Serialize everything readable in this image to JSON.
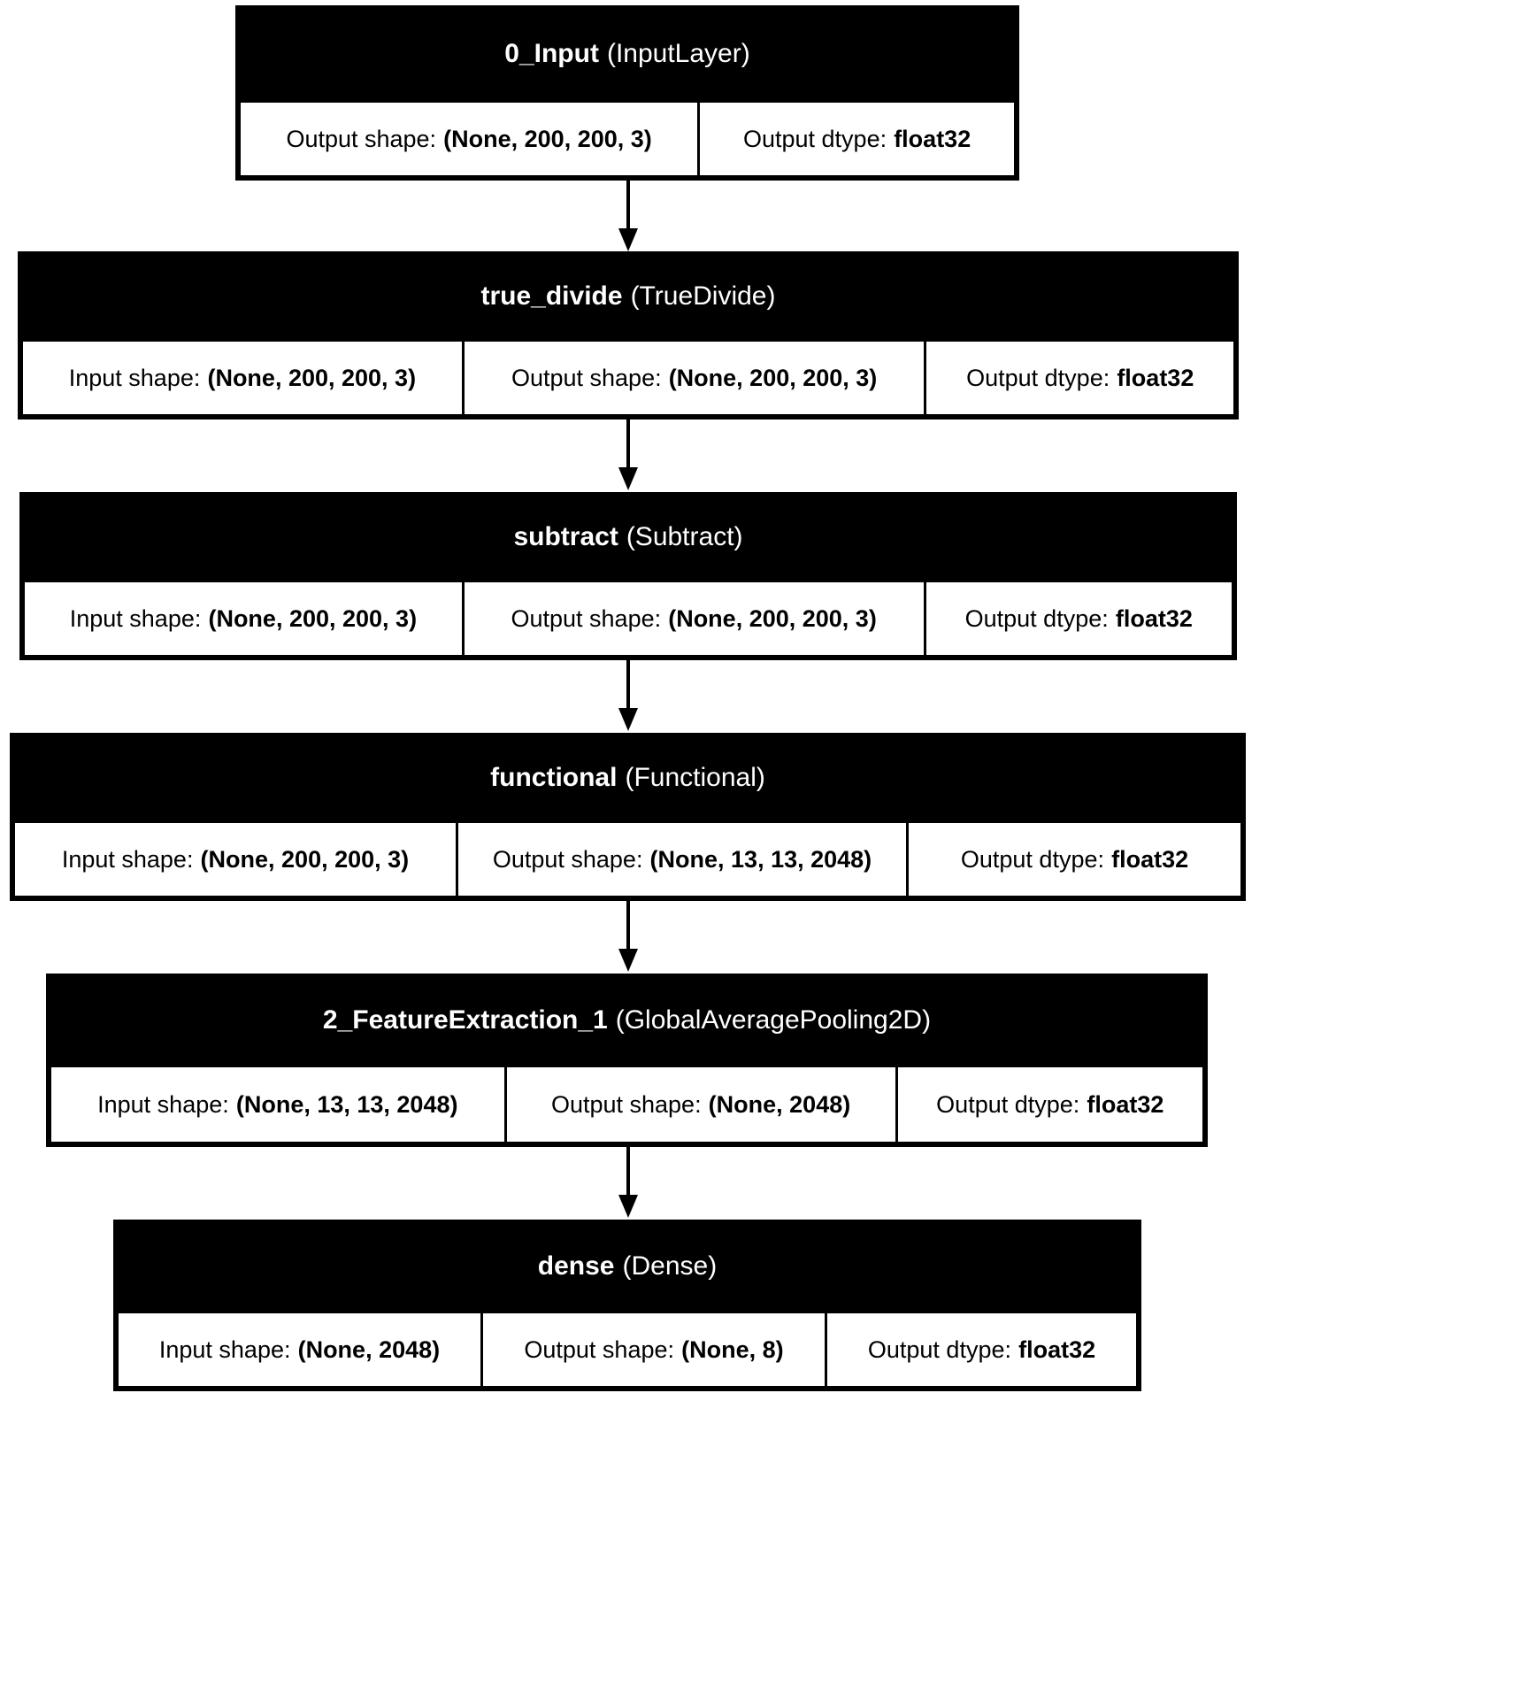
{
  "diagram": {
    "kind": "keras-model-architecture",
    "title": "",
    "background_color": "#ffffff",
    "node_header_color": "#000000",
    "node_header_text_color": "#ffffff",
    "node_cell_color": "#ffffff",
    "node_cell_text_color": "#000000",
    "edge_color": "#000000"
  },
  "nodes": [
    {
      "id": "input",
      "name": "0_Input",
      "type": "(InputLayer)",
      "cells": [
        {
          "label": "Output shape:",
          "value": "(None, 200, 200, 3)"
        },
        {
          "label": "Output dtype:",
          "value": "float32"
        }
      ]
    },
    {
      "id": "true_divide",
      "name": "true_divide",
      "type": "(TrueDivide)",
      "cells": [
        {
          "label": "Input shape:",
          "value": "(None, 200, 200, 3)"
        },
        {
          "label": "Output shape:",
          "value": "(None, 200, 200, 3)"
        },
        {
          "label": "Output dtype:",
          "value": "float32"
        }
      ]
    },
    {
      "id": "subtract",
      "name": "subtract",
      "type": "(Subtract)",
      "cells": [
        {
          "label": "Input shape:",
          "value": "(None, 200, 200, 3)"
        },
        {
          "label": "Output shape:",
          "value": "(None, 200, 200, 3)"
        },
        {
          "label": "Output dtype:",
          "value": "float32"
        }
      ]
    },
    {
      "id": "functional",
      "name": "functional",
      "type": "(Functional)",
      "cells": [
        {
          "label": "Input shape:",
          "value": "(None, 200, 200, 3)"
        },
        {
          "label": "Output shape:",
          "value": "(None, 13, 13, 2048)"
        },
        {
          "label": "Output dtype:",
          "value": "float32"
        }
      ]
    },
    {
      "id": "feature_extraction",
      "name": "2_FeatureExtraction_1",
      "type": "(GlobalAveragePooling2D)",
      "cells": [
        {
          "label": "Input shape:",
          "value": "(None, 13, 13, 2048)"
        },
        {
          "label": "Output shape:",
          "value": "(None, 2048)"
        },
        {
          "label": "Output dtype:",
          "value": "float32"
        }
      ]
    },
    {
      "id": "dense",
      "name": "dense",
      "type": "(Dense)",
      "cells": [
        {
          "label": "Input shape:",
          "value": "(None, 2048)"
        },
        {
          "label": "Output shape:",
          "value": "(None, 8)"
        },
        {
          "label": "Output dtype:",
          "value": "float32"
        }
      ]
    }
  ],
  "edges": [
    {
      "from": "input",
      "to": "true_divide"
    },
    {
      "from": "true_divide",
      "to": "subtract"
    },
    {
      "from": "subtract",
      "to": "functional"
    },
    {
      "from": "functional",
      "to": "feature_extraction"
    },
    {
      "from": "feature_extraction",
      "to": "dense"
    }
  ]
}
